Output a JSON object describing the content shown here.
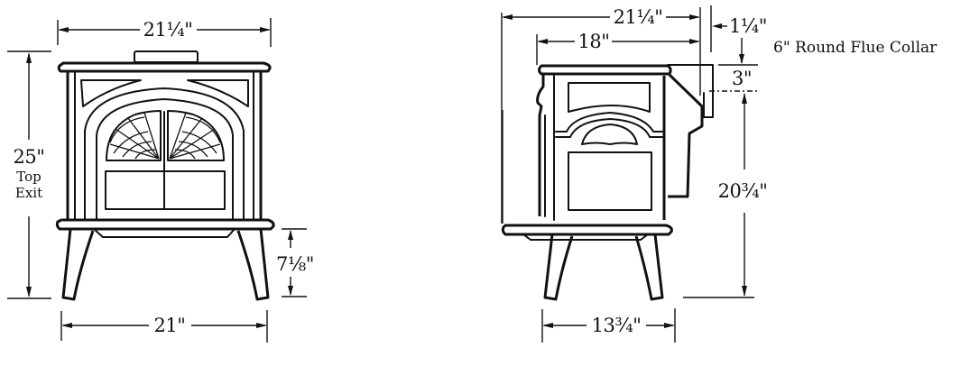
{
  "diagram": {
    "subject": "Wood stove dimension drawing",
    "views": [
      "front",
      "side"
    ]
  },
  "front_view": {
    "dimensions": {
      "top_width": {
        "whole": "21",
        "fraction": "1/4",
        "unit": "\"",
        "text": "21¼\""
      },
      "height_top_exit": {
        "value": "25\"",
        "note_line1": "Top",
        "note_line2": "Exit"
      },
      "leg_height": {
        "whole": "7",
        "fraction": "1/8",
        "text": "7⅛\""
      },
      "leg_span": {
        "text": "21\""
      }
    }
  },
  "side_view": {
    "dimensions": {
      "overall_depth": {
        "text": "21¼\""
      },
      "body_depth": {
        "text": "18\""
      },
      "flue_offset": {
        "text": "1¼\""
      },
      "flue_collar_height": {
        "text": "3\""
      },
      "flue_center_height": {
        "text": "20¾\""
      },
      "leg_span": {
        "text": "13¾\""
      }
    },
    "note": "6\" Round Flue Collar"
  },
  "colors": {
    "ink": "#111111",
    "paper": "#ffffff"
  }
}
